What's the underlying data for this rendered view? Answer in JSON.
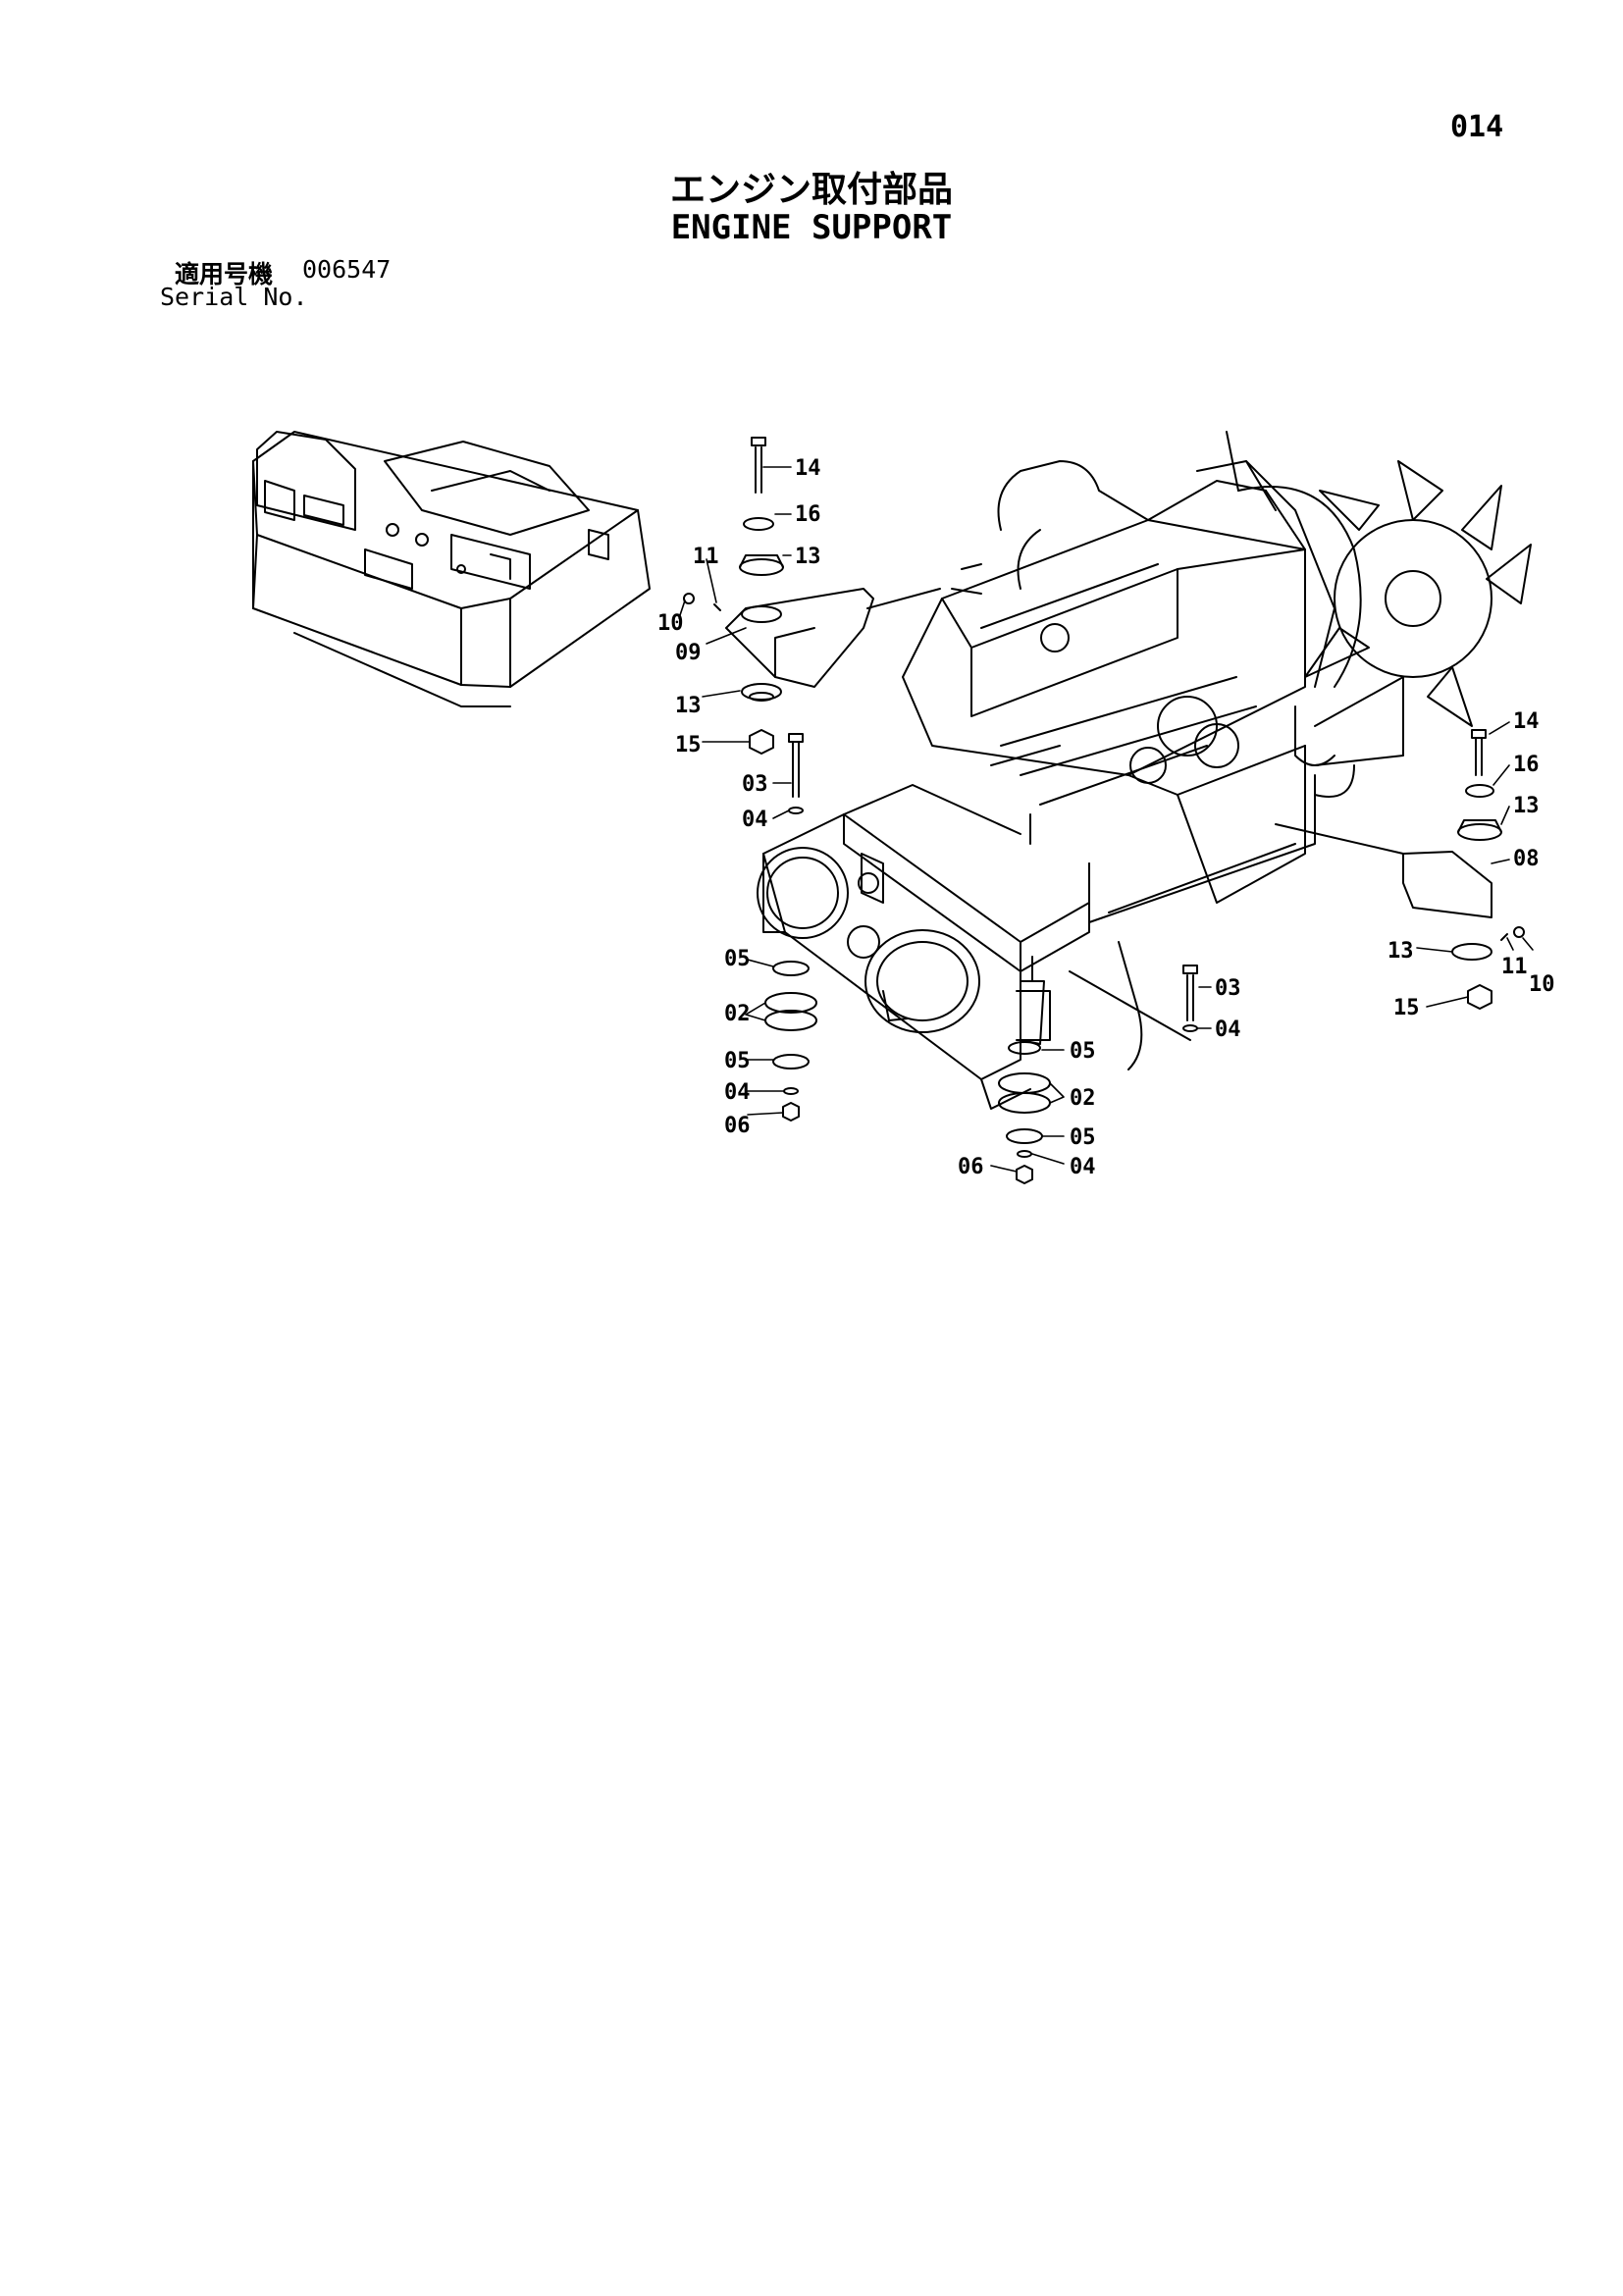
{
  "header": {
    "page_number": "014",
    "title_ja": "エンジン取付部品",
    "title_en": "ENGINE SUPPORT",
    "serial_label_ja": "適用号機",
    "serial_value": "006547",
    "serial_label_en": "Serial No."
  },
  "callouts": {
    "c1": "14",
    "c2": "16",
    "c3": "11",
    "c4": "13",
    "c5": "10",
    "c6": "09",
    "c7": "13",
    "c8": "15",
    "c9": "03",
    "c10": "04",
    "c11": "05",
    "c12": "02",
    "c13": "05",
    "c14": "04",
    "c15": "06",
    "c16": "03",
    "c17": "04",
    "c18": "05",
    "c19": "02",
    "c20": "05",
    "c21": "06",
    "c22": "04",
    "c23": "14",
    "c24": "16",
    "c25": "13",
    "c26": "08",
    "c27": "13",
    "c28": "11",
    "c29": "10",
    "c30": "15"
  }
}
